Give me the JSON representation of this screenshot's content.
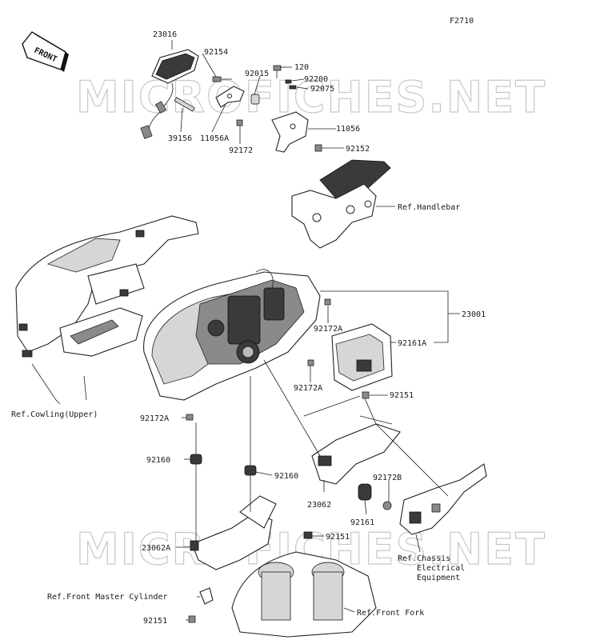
{
  "diagram_code": "F2710",
  "front_badge": "FRONT",
  "watermark": "MICROFICHES.NET",
  "parts": {
    "p23016": "23016",
    "p92154": "92154",
    "p120": "120",
    "p92015": "92015",
    "p92200": "92200",
    "p92075": "92075",
    "p39156": "39156",
    "p11056A": "11056A",
    "p92172_top": "92172",
    "p11056": "11056",
    "p92152": "92152",
    "p23001": "23001",
    "p92172A_1": "92172A",
    "p92161A": "92161A",
    "p92172A_2": "92172A",
    "p92151_1": "92151",
    "p92172A_3": "92172A",
    "p92160_1": "92160",
    "p92160_2": "92160",
    "p92172B": "92172B",
    "p23062": "23062",
    "p92161": "92161",
    "p23062A": "23062A",
    "p92151_2": "92151",
    "p92151_3": "92151"
  },
  "refs": {
    "handlebar": "Ref.Handlebar",
    "cowling": "Ref.Cowling(Upper)",
    "chassis_1": "Ref.Chassis",
    "chassis_2": "Electrical",
    "chassis_3": "Equipment",
    "master_cyl": "Ref.Front Master Cylinder",
    "front_fork": "Ref.Front Fork"
  }
}
